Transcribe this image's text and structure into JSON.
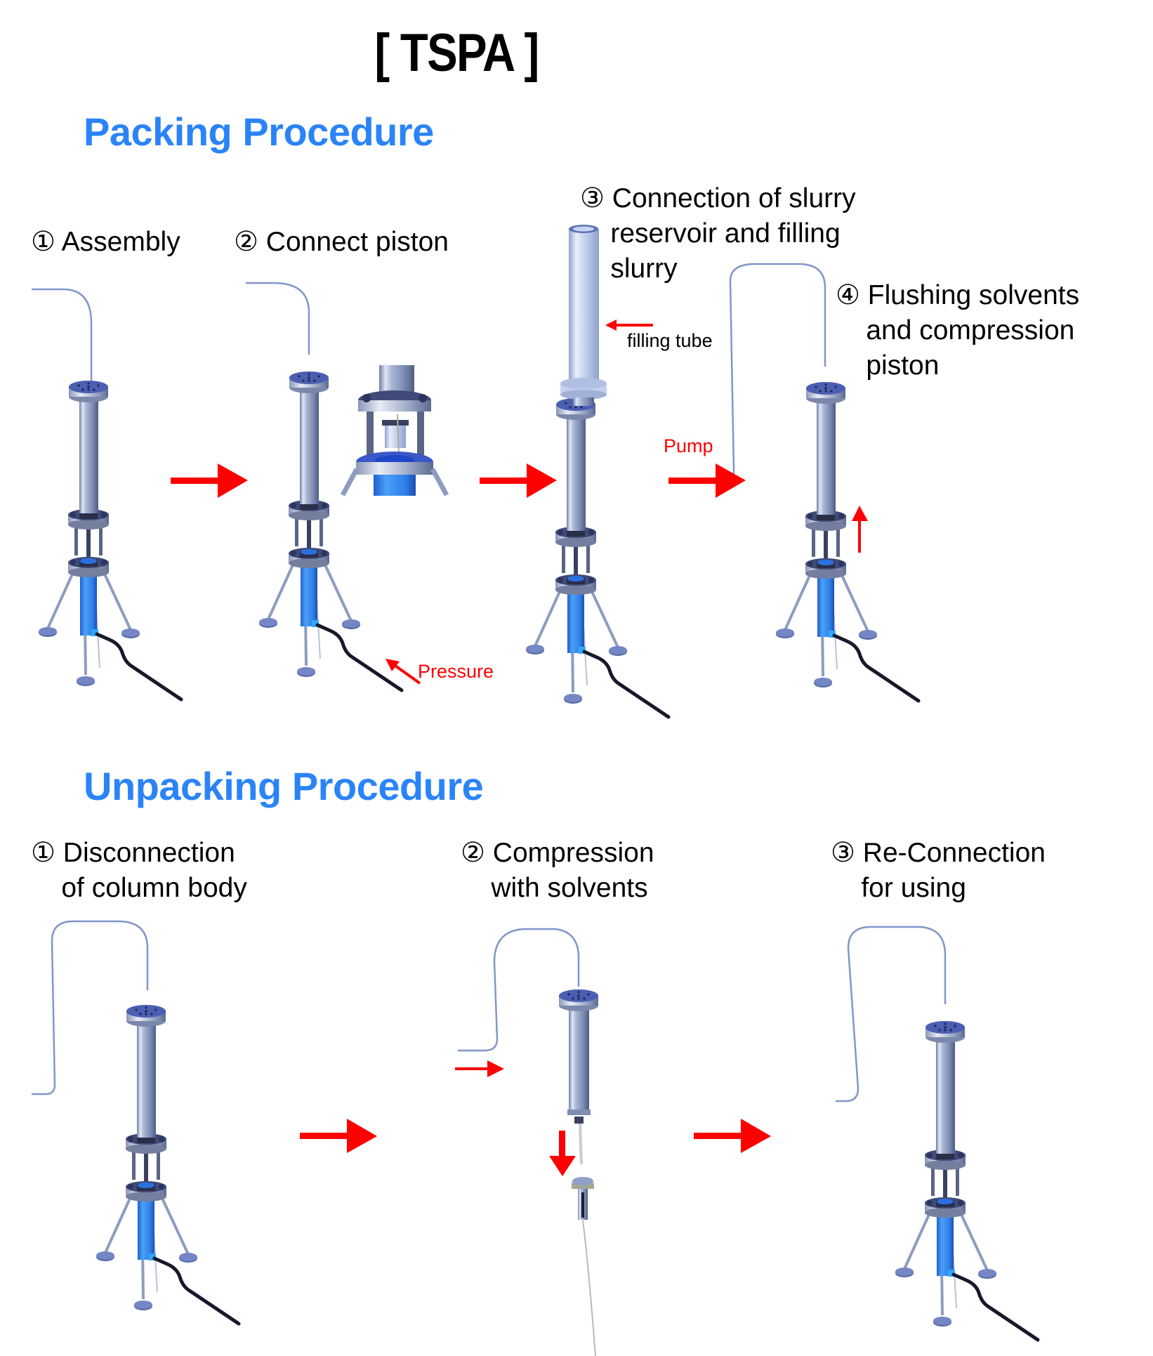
{
  "title": "[ TSPA ]",
  "packing": {
    "heading": "Packing Procedure",
    "steps": [
      {
        "label": "① Assembly"
      },
      {
        "label": "② Connect piston"
      },
      {
        "label": "③ Connection of slurry\n    reservoir and filling\n    slurry"
      },
      {
        "label": "④ Flushing solvents\n    and compression\n    piston"
      }
    ],
    "annotations": {
      "pressure": "Pressure",
      "filling_tube": "filling tube",
      "pump": "Pump"
    }
  },
  "unpacking": {
    "heading": "Unpacking Procedure",
    "steps": [
      {
        "label": "① Disconnection\n    of column body"
      },
      {
        "label": "② Compression\n    with solvents"
      },
      {
        "label": "③ Re-Connection\n    for using"
      }
    ]
  },
  "colors": {
    "heading": "#2a84f7",
    "arrow": "#ff0000",
    "flange": "#4a5cae",
    "column_steel": "#9aa9c8",
    "packing_bed": "#2f7fe6",
    "reservoir": "#b9cbee",
    "hose": "#15192a",
    "tubing": "#7d94c9"
  },
  "icons": {
    "flow_arrow": "arrow-right-icon",
    "up_arrow": "arrow-up-icon",
    "down_arrow": "arrow-down-icon",
    "left_arrow": "arrow-left-icon",
    "diagonal_arrow": "arrow-up-left-icon"
  }
}
